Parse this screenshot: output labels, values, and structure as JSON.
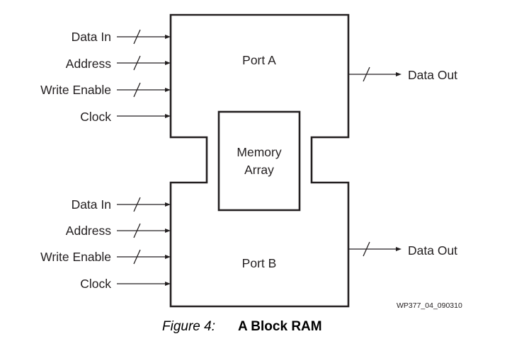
{
  "diagram": {
    "port_a": {
      "label": "Port A",
      "inputs": [
        {
          "label": "Data In",
          "bus": true
        },
        {
          "label": "Address",
          "bus": true
        },
        {
          "label": "Write Enable",
          "bus": true
        },
        {
          "label": "Clock",
          "bus": false
        }
      ],
      "output": {
        "label": "Data Out",
        "bus": true
      }
    },
    "port_b": {
      "label": "Port B",
      "inputs": [
        {
          "label": "Data In",
          "bus": true
        },
        {
          "label": "Address",
          "bus": true
        },
        {
          "label": "Write Enable",
          "bus": true
        },
        {
          "label": "Clock",
          "bus": false
        }
      ],
      "output": {
        "label": "Data Out",
        "bus": true
      }
    },
    "memory": {
      "line1": "Memory",
      "line2": "Array"
    },
    "figure_id": "WP377_04_090310"
  },
  "caption": {
    "number": "Figure 4:",
    "title": "A Block RAM"
  }
}
